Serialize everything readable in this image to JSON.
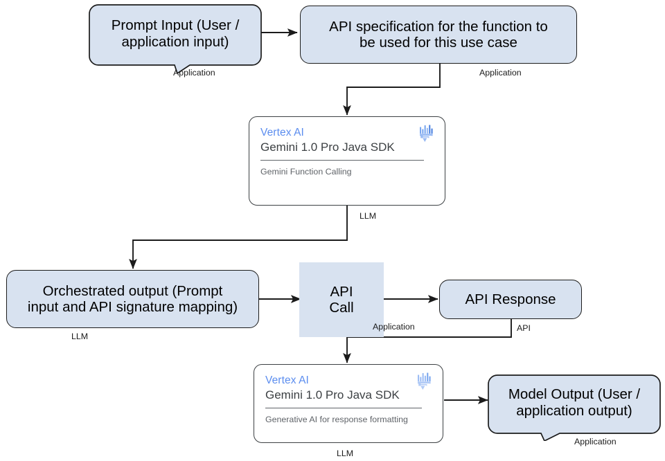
{
  "diagram": {
    "title": "Gemini Function Calling architecture flow",
    "colors": {
      "node_fill": "#d8e2f0",
      "node_stroke": "#1b1b1b",
      "card_fill": "#ffffff",
      "card_stroke": "#3c4043",
      "vertex_blue": "#5b8def",
      "muted_text": "#5f6368",
      "connector": "#1b1b1b",
      "background": "#ffffff"
    },
    "nodes": {
      "prompt_input": {
        "label": "Prompt Input (User / application input)",
        "line1": "Prompt Input (User /",
        "line2": "application input)",
        "tag": "Application",
        "shape": "callout"
      },
      "api_spec": {
        "label": "API specification for the function to be used for this use case",
        "line1": "API specification for the function to",
        "line2": "be used for this use case",
        "tag": "Application",
        "shape": "rounded-rect"
      },
      "vertex_card_1": {
        "title": "Vertex AI",
        "subtitle": "Gemini 1.0 Pro Java SDK",
        "footer": "Gemini Function Calling",
        "icon": "vertex-ai-icon",
        "tag": "LLM",
        "shape": "card"
      },
      "orchestrated_output": {
        "label": "Orchestrated output (Prompt input and API signature mapping)",
        "line1": "Orchestrated output (Prompt",
        "line2": "input and API signature mapping)",
        "tag": "LLM",
        "shape": "rounded-rect"
      },
      "api_call": {
        "label": "API Call",
        "line1": "API",
        "line2": "Call",
        "tag": "Application",
        "shape": "octagon"
      },
      "api_response": {
        "label": "API Response",
        "line1": "API Response",
        "tag": "API",
        "shape": "rounded-rect"
      },
      "vertex_card_2": {
        "title": "Vertex AI",
        "subtitle": "Gemini 1.0 Pro Java SDK",
        "footer": "Generative AI for response formatting",
        "icon": "vertex-ai-icon",
        "tag": "LLM",
        "shape": "card"
      },
      "model_output": {
        "label": "Model Output (User / application output)",
        "line1": "Model Output (User /",
        "line2": "application output)",
        "tag": "Application",
        "shape": "callout"
      }
    },
    "edges": [
      {
        "id": "e1",
        "from": "prompt_input",
        "to": "api_spec",
        "style": "straight-arrow"
      },
      {
        "id": "e2",
        "from": "api_spec",
        "to": "vertex_card_1",
        "style": "elbow-arrow"
      },
      {
        "id": "e3",
        "from": "vertex_card_1",
        "to": "orchestrated_output",
        "style": "elbow-arrow"
      },
      {
        "id": "e4",
        "from": "orchestrated_output",
        "to": "api_call",
        "style": "straight-arrow"
      },
      {
        "id": "e5",
        "from": "api_call",
        "to": "api_response",
        "style": "straight-arrow"
      },
      {
        "id": "e6",
        "from": "api_response",
        "to": "vertex_card_2",
        "style": "elbow-arrow"
      },
      {
        "id": "e7",
        "from": "vertex_card_2",
        "to": "model_output",
        "style": "straight-arrow"
      }
    ]
  }
}
